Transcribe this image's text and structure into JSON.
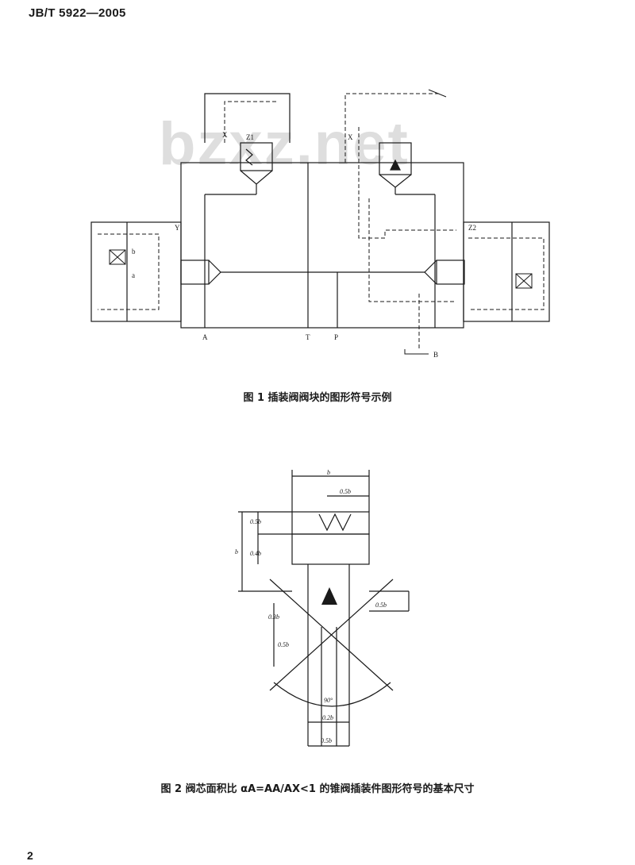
{
  "header": {
    "standard_no": "JB/T 5922—2005"
  },
  "watermark": "bzxz.net",
  "figure1": {
    "caption": "图 1   插装阀阀块的图形符号示例",
    "labels": {
      "A": "A",
      "T": "T",
      "P": "P",
      "B": "B",
      "X": "X",
      "Y": "Y",
      "Z1": "Z1",
      "Z2": "Z2",
      "a": "a",
      "b": "b"
    }
  },
  "figure2": {
    "caption": "图 2   阀芯面积比 αA=AA/AX<1 的锥阀插装件图形符号的基本尺寸",
    "dims": {
      "b": "b",
      "top_half": "0.5b",
      "spring": "0.4b",
      "port_right": "0.5b",
      "port_top": "0.5b",
      "seat": "0.3b",
      "stem": "0.5b",
      "angle": "90°",
      "inner": "0.2b",
      "bottom": "0.5b"
    }
  },
  "page": {
    "number": "2"
  }
}
